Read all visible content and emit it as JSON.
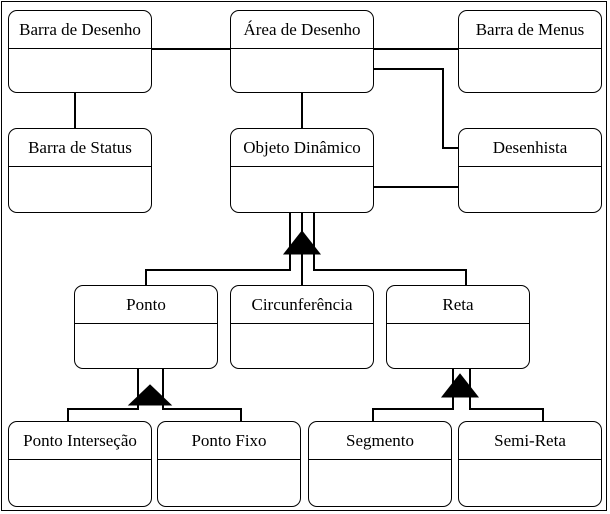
{
  "classes": {
    "barra_desenho": "Barra de Desenho",
    "area_desenho": "Área de Desenho",
    "barra_menus": "Barra de Menus",
    "barra_status": "Barra de Status",
    "objeto_dinamico": "Objeto Dinâmico",
    "desenhista": "Desenhista",
    "ponto": "Ponto",
    "circunferencia": "Circunferência",
    "reta": "Reta",
    "ponto_intersecao": "Ponto Interseção",
    "ponto_fixo": "Ponto Fixo",
    "segmento": "Segmento",
    "semi_reta": "Semi-Reta"
  }
}
